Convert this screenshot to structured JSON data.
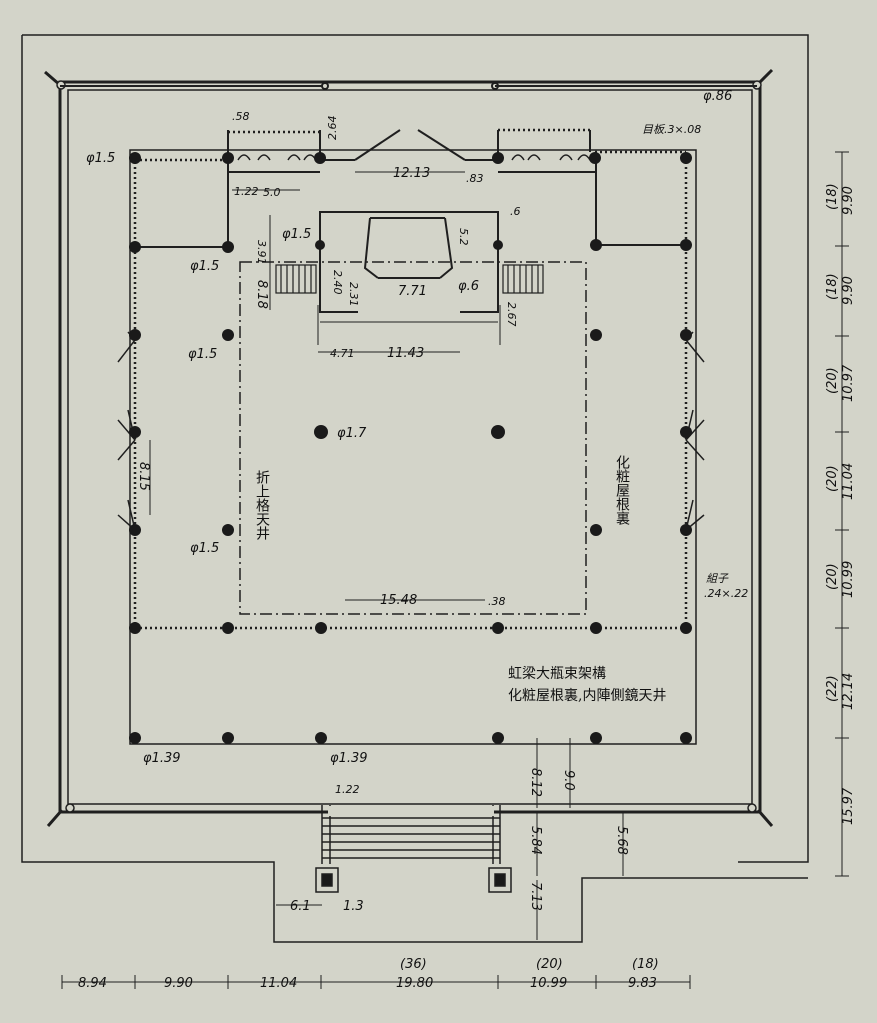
{
  "labels": {
    "ceiling_left": "折上格天井",
    "ceiling_right": "化粧屋根裏",
    "note_line1": "虹梁大瓶束架構",
    "note_line2": "化粧屋根裏,内陣側鏡天井",
    "board_note": "目板.3×.08",
    "kumiko": "組子",
    "kumiko_size": ".24×.22"
  },
  "diameters": {
    "d_086": "φ.86",
    "d_15a": "φ1.5",
    "d_15b": "φ1.5",
    "d_15c": "φ1.5",
    "d_15d": "φ1.5",
    "d_15e": "φ1.5",
    "d_17": "φ1.7",
    "d_06": "φ.6",
    "d_139a": "φ1.39",
    "d_139b": "φ1.39"
  },
  "dims": {
    "d058": ".58",
    "d264": "2.64",
    "d122": "1.22",
    "d50": "5.0",
    "d1213": "12.13",
    "d083": ".83",
    "d06": ".6",
    "d391": "3.91",
    "d52": "5.2",
    "d818": "8.18",
    "d240": "2.40",
    "d231": "2.31",
    "d771": "7.71",
    "d267": "2.67",
    "d471": "4.71",
    "d1143": "11.43",
    "d815": "8.15",
    "d1548": "15.48",
    "d038": ".38",
    "d122b": "1.22",
    "d812": "8.12",
    "d90": "9.0",
    "d584": "5.84",
    "d568": "5.68",
    "d61": "6.1",
    "d13": "1.3",
    "d713": "7.13"
  },
  "bottom_dims": [
    {
      "value": "8.94",
      "paren": ""
    },
    {
      "value": "9.90",
      "paren": ""
    },
    {
      "value": "11.04",
      "paren": ""
    },
    {
      "value": "19.80",
      "paren": "(36)"
    },
    {
      "value": "10.99",
      "paren": "(20)"
    },
    {
      "value": "9.83",
      "paren": "(18)"
    }
  ],
  "right_dims": [
    {
      "value": "9.90",
      "paren": "(18)"
    },
    {
      "value": "9.90",
      "paren": "(18)"
    },
    {
      "value": "10.97",
      "paren": "(20)"
    },
    {
      "value": "11.04",
      "paren": "(20)"
    },
    {
      "value": "10.99",
      "paren": "(20)"
    },
    {
      "value": "12.14",
      "paren": "(22)"
    },
    {
      "value": "15.97",
      "paren": ""
    }
  ]
}
